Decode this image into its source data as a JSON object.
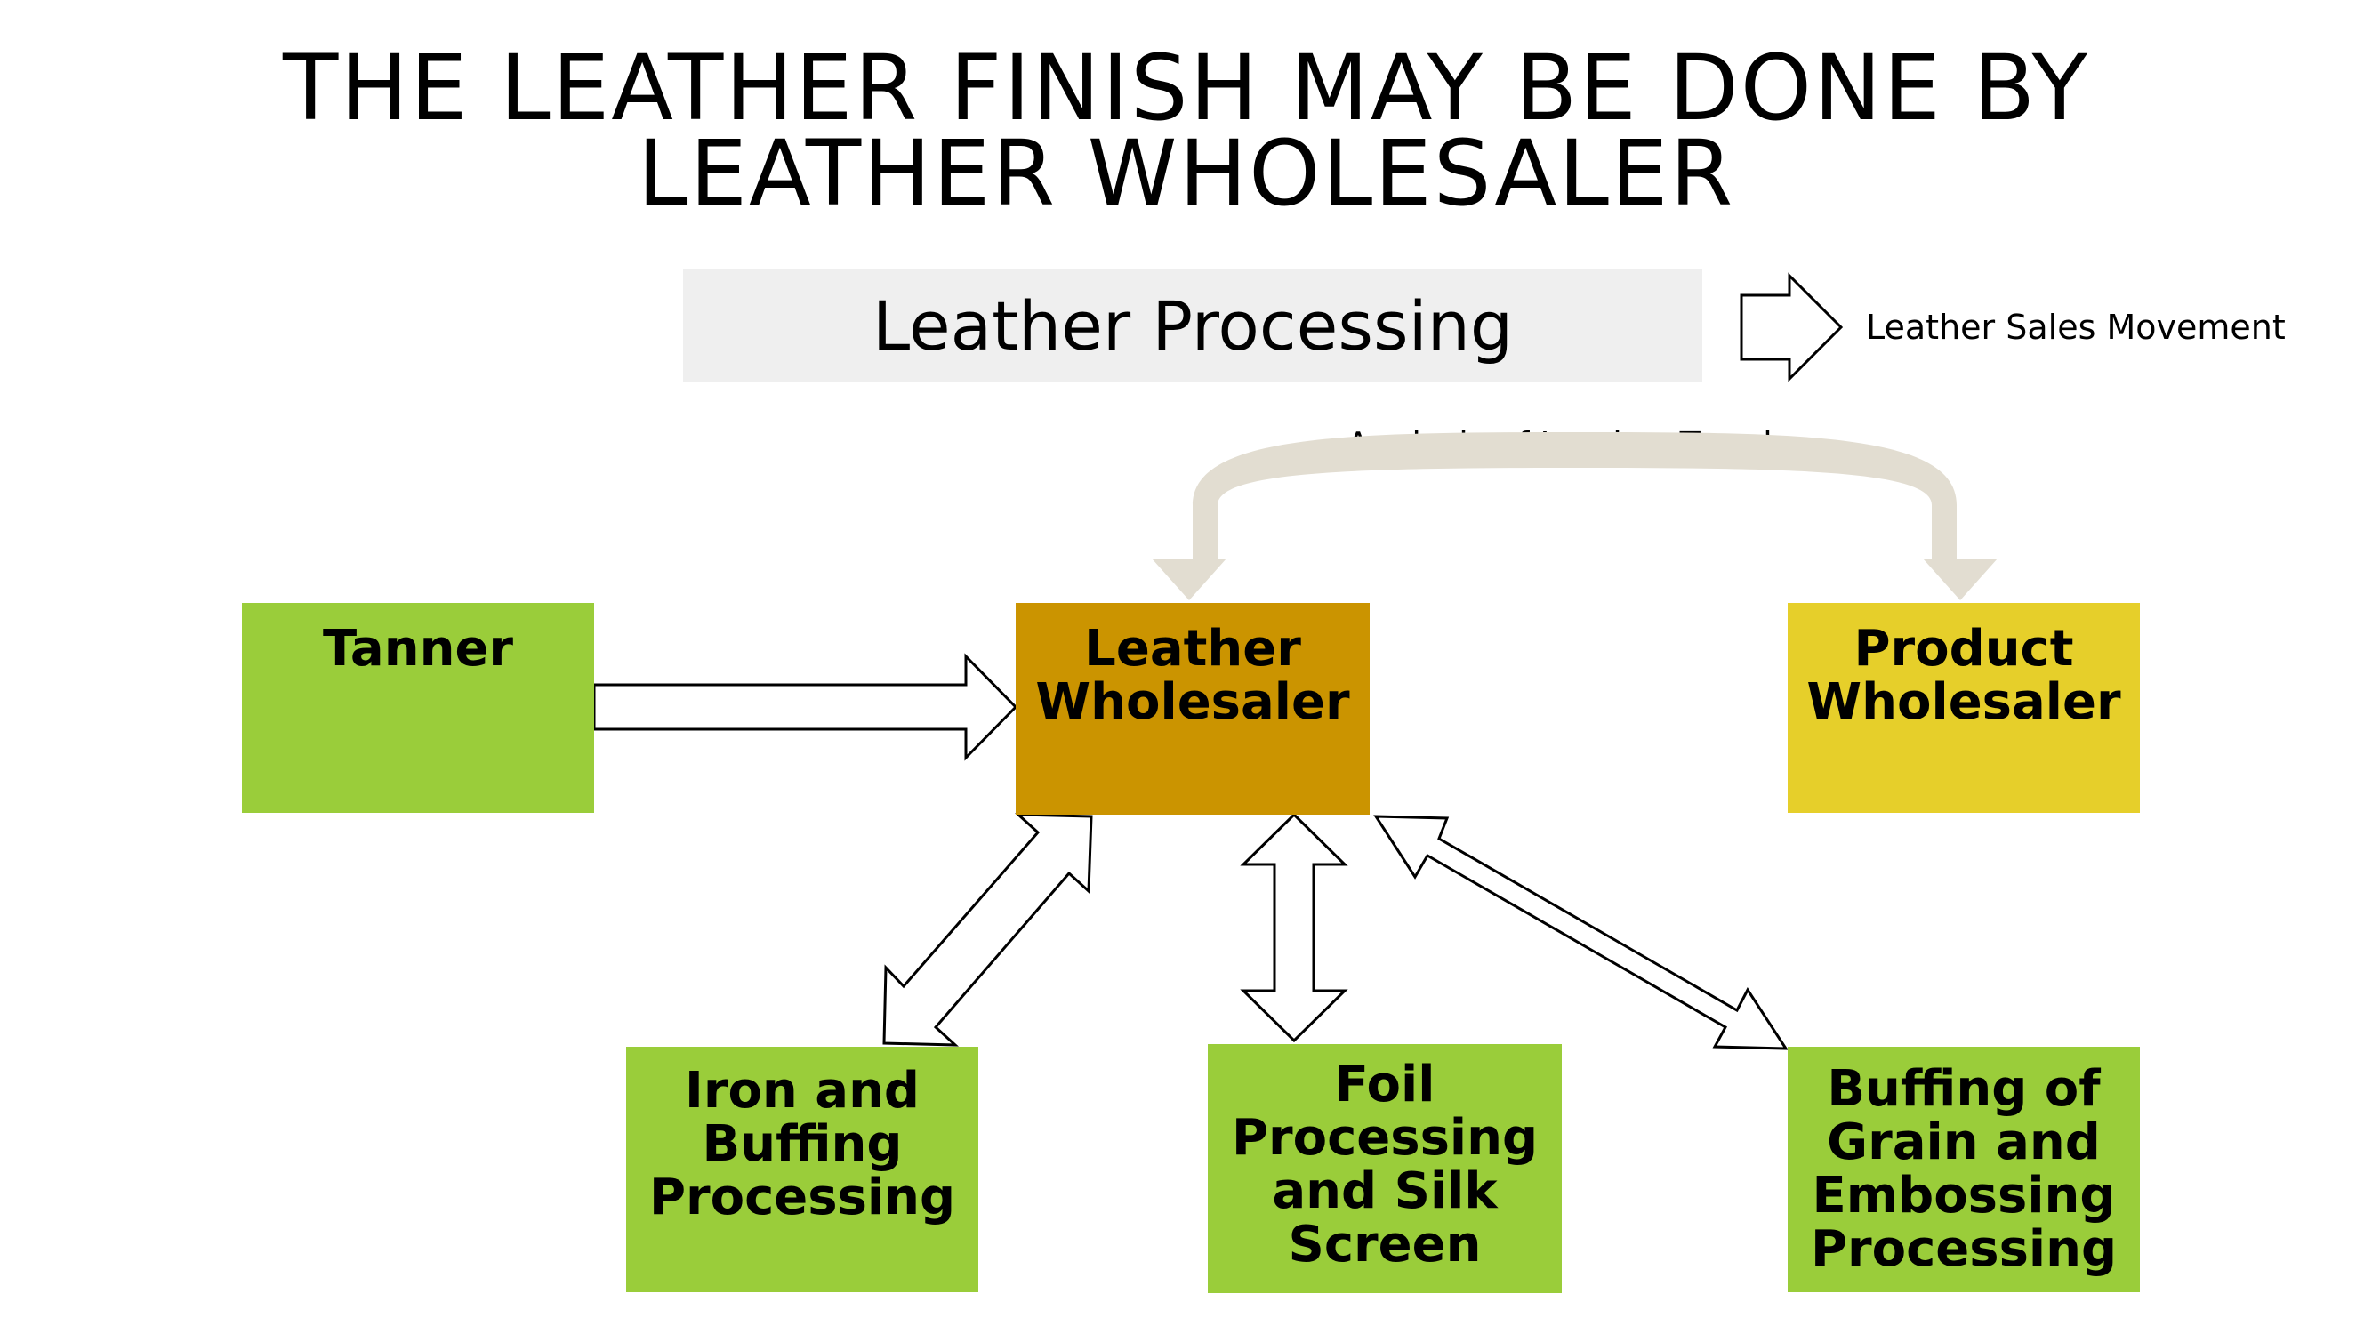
{
  "title": {
    "line1": "THE LEATHER FINISH MAY BE DONE BY",
    "line2": "LEATHER WHOLESALER"
  },
  "banner": {
    "label": "Leather Processing"
  },
  "legend": {
    "label": "Leather Sales Movement",
    "icon": "outline-right-arrow-icon"
  },
  "trend": {
    "label": "Analysis of Leather Trends"
  },
  "nodes": {
    "tanner": {
      "label": "Tanner"
    },
    "leather_wholesaler": {
      "line1": "Leather",
      "line2": "Wholesaler"
    },
    "product_wholesaler": {
      "line1": "Product",
      "line2": "Wholesaler"
    },
    "iron_buffing": {
      "line1": "Iron and",
      "line2": "Buffing",
      "line3": "Processing"
    },
    "foil_silk": {
      "line1": "Foil",
      "line2": "Processing",
      "line3": "and Silk",
      "line4": "Screen"
    },
    "buffing_grain": {
      "line1": "Buffing of",
      "line2": "Grain and",
      "line3": "Embossing",
      "line4": "Processing"
    }
  },
  "colors": {
    "green": "#9acd3a",
    "gold": "#cb9400",
    "yellow": "#e6cf2a",
    "banner": "#efefef",
    "trend_arrow": "#e2ddd1"
  }
}
